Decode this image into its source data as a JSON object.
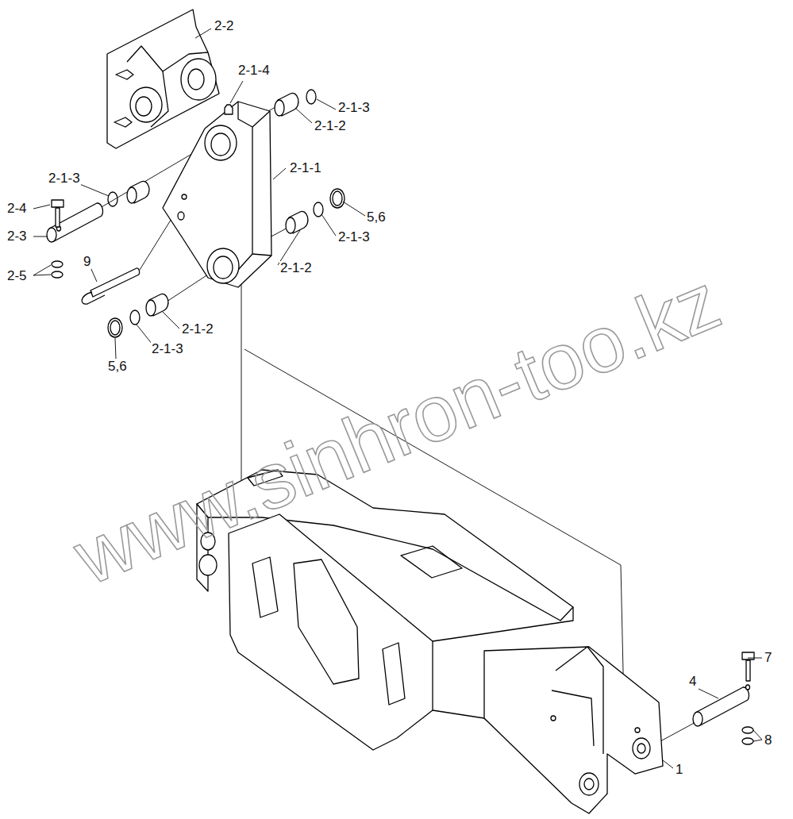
{
  "diagram": {
    "labels": [
      "2-2",
      "2-1-4",
      "2-1-3",
      "2-1-2",
      "2-1-3",
      "2-1-1",
      "2-4",
      "5,6",
      "2-1-3",
      "2-3",
      "9",
      "2-1-2",
      "2-5",
      "2-1-2",
      "2-1-3",
      "5,6",
      "www.sinhron-too.kz",
      "7",
      "4",
      "8",
      "1"
    ]
  }
}
